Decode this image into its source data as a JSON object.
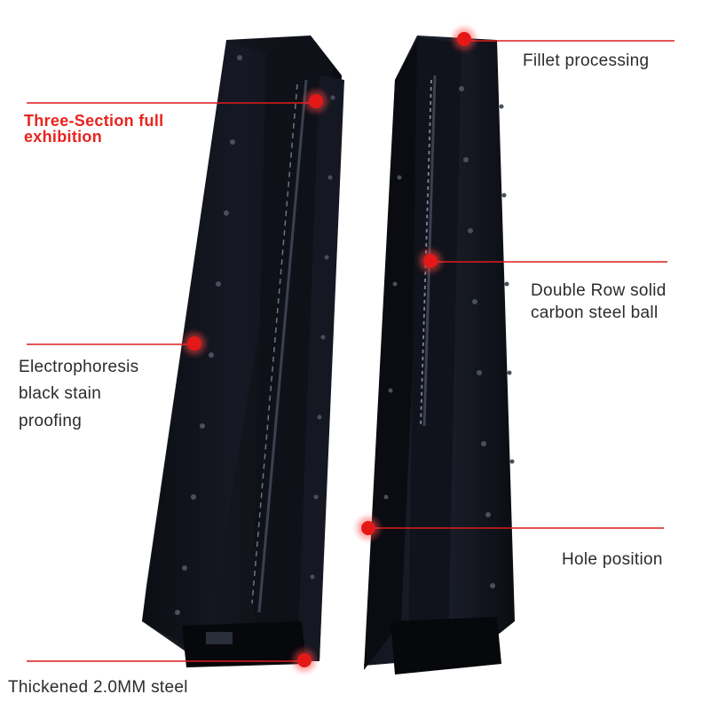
{
  "accent_color": "#e01c1c",
  "callouts": {
    "fillet": {
      "text": "Fillet processing"
    },
    "three_section": {
      "line1": "Three-Section full",
      "line2": "exhibition",
      "color": "#e8231f"
    },
    "double_row": {
      "line1": "Double Row solid",
      "line2": "carbon steel ball"
    },
    "electrophoresis": {
      "line1": "Electrophoresis",
      "line2": "black stain",
      "line3": "proofing"
    },
    "hole_position": {
      "text": "Hole position"
    },
    "thickened": {
      "text": "Thickened 2.0MM steel"
    }
  }
}
